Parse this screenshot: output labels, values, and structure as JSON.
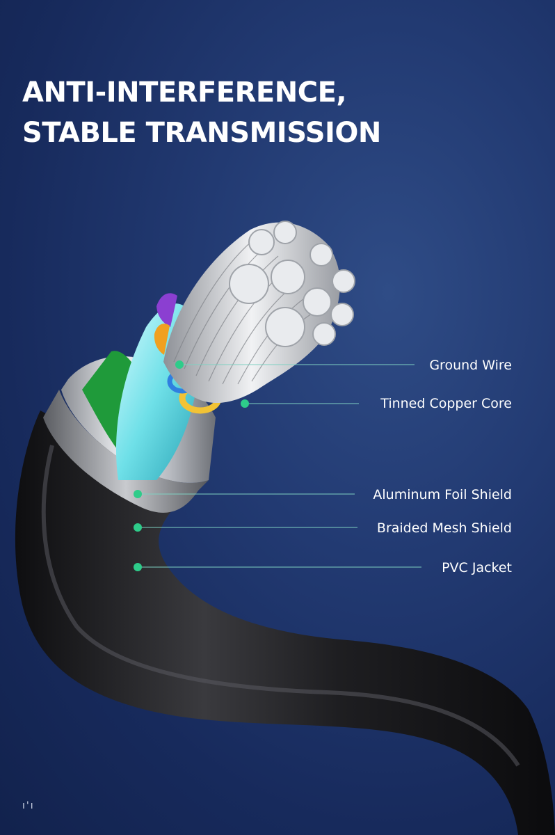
{
  "headline": {
    "line1": "ANTI-INTERFERENCE,",
    "line2": "STABLE TRANSMISSION"
  },
  "callouts": [
    {
      "label": "Ground Wire"
    },
    {
      "label": "Tinned Copper Core"
    },
    {
      "label": "Aluminum Foil Shield"
    },
    {
      "label": "Braided Mesh Shield"
    },
    {
      "label": "PVC Jacket"
    }
  ],
  "corner_mark": "ı'ı",
  "colors": {
    "background": "#1b2a5a",
    "marker": "#2ecc8a",
    "leader_line": "#7fd1c2",
    "jacket": "#1c1c1e",
    "headline_text": "#ffffff"
  }
}
